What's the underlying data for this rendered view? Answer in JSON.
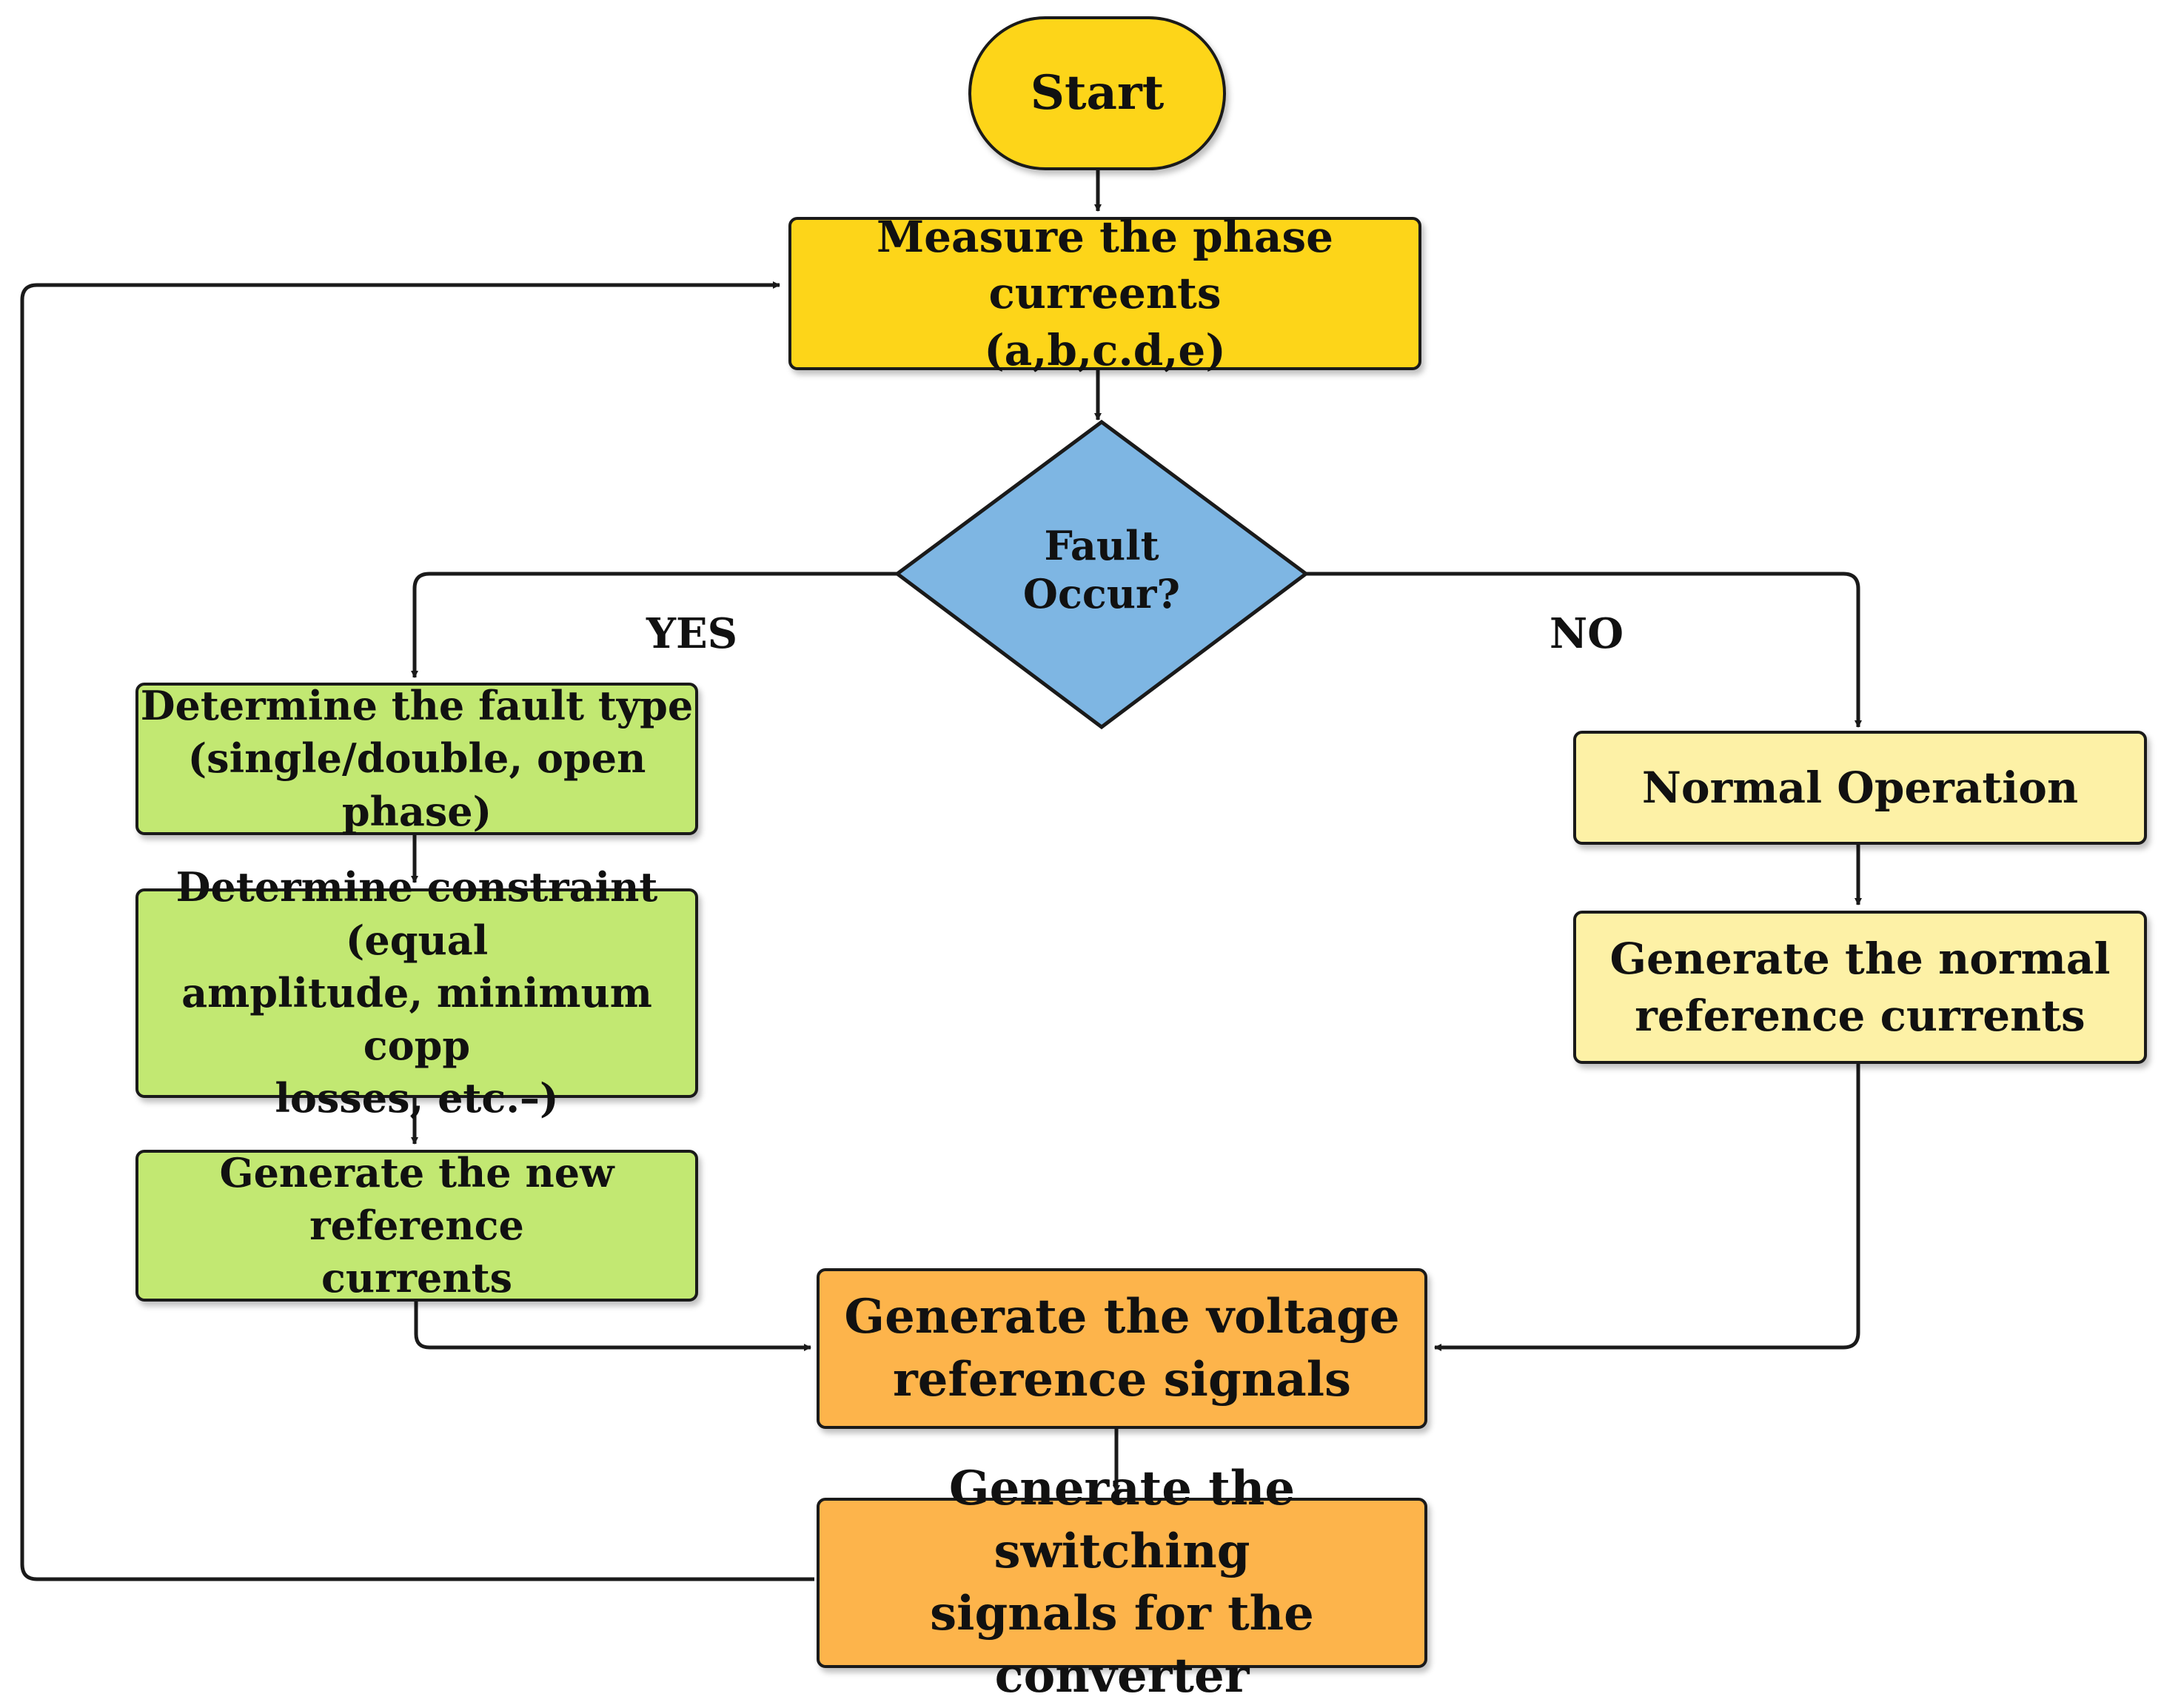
{
  "colors": {
    "start": "#FDD519",
    "measure": "#FDD519",
    "decision": "#7EB6E3",
    "fault_path": "#C2E872",
    "normal_path": "#FDF1A6",
    "output": "#FDB44B",
    "stroke": "#1A1A1A"
  },
  "nodes": {
    "start": "Start",
    "measure": "Measure the phase curreents\n(a,b,c.d,e)",
    "decision": "Fault Occur?",
    "fault_type": "Determine the fault type\n(single/double, open phase)",
    "constraint": "Determine constraint (equal\namplitude, minimum copp\nlosses, etc.–)",
    "new_ref": "Generate the new reference\ncurrents",
    "normal_op": "Normal Operation",
    "normal_ref": "Generate the normal\nreference currents",
    "voltage_ref": "Generate the voltage\nreference signals",
    "switching": "Generate the switching\nsignals for the converter"
  },
  "branch_labels": {
    "yes": "YES",
    "no": "NO"
  }
}
